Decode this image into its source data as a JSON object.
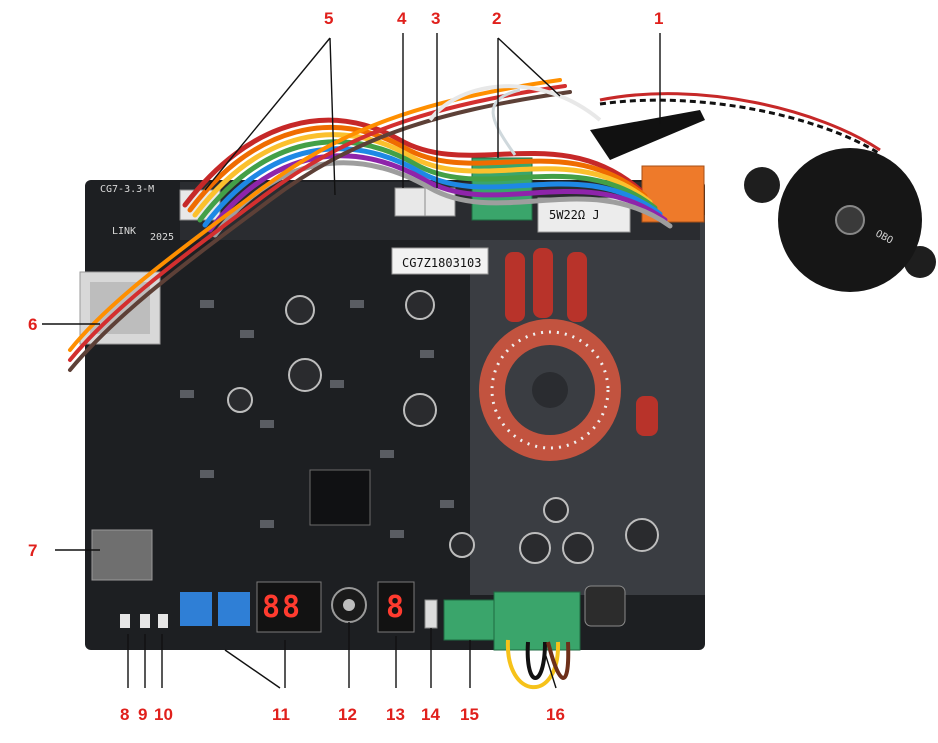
{
  "board": {
    "sticker_text": "CG7Z1803103",
    "resistor_marking": "5W22Ω J",
    "silk_link": "LINK",
    "silk_model": "CG7-3.3-M",
    "silk_year": "2025",
    "display_left": "88",
    "display_right": "8",
    "buzzer_marking": "OBO"
  },
  "callouts": [
    {
      "id": "1",
      "label": "1"
    },
    {
      "id": "2",
      "label": "2"
    },
    {
      "id": "3",
      "label": "3"
    },
    {
      "id": "4",
      "label": "4"
    },
    {
      "id": "5",
      "label": "5"
    },
    {
      "id": "6",
      "label": "6"
    },
    {
      "id": "7",
      "label": "7"
    },
    {
      "id": "8",
      "label": "8"
    },
    {
      "id": "9",
      "label": "9"
    },
    {
      "id": "10",
      "label": "10"
    },
    {
      "id": "11",
      "label": "11"
    },
    {
      "id": "12",
      "label": "12"
    },
    {
      "id": "13",
      "label": "13"
    },
    {
      "id": "14",
      "label": "14"
    },
    {
      "id": "15",
      "label": "15"
    },
    {
      "id": "16",
      "label": "16"
    }
  ],
  "colors": {
    "callout": "#e0201c",
    "pcb": "#1d1f22",
    "pcb_light": "#3a3d42",
    "terminal_green": "#3aa56b",
    "terminal_orange": "#ee7a2a",
    "rotary_blue": "#2f7fd6",
    "capacitor_red": "#b8332a"
  }
}
